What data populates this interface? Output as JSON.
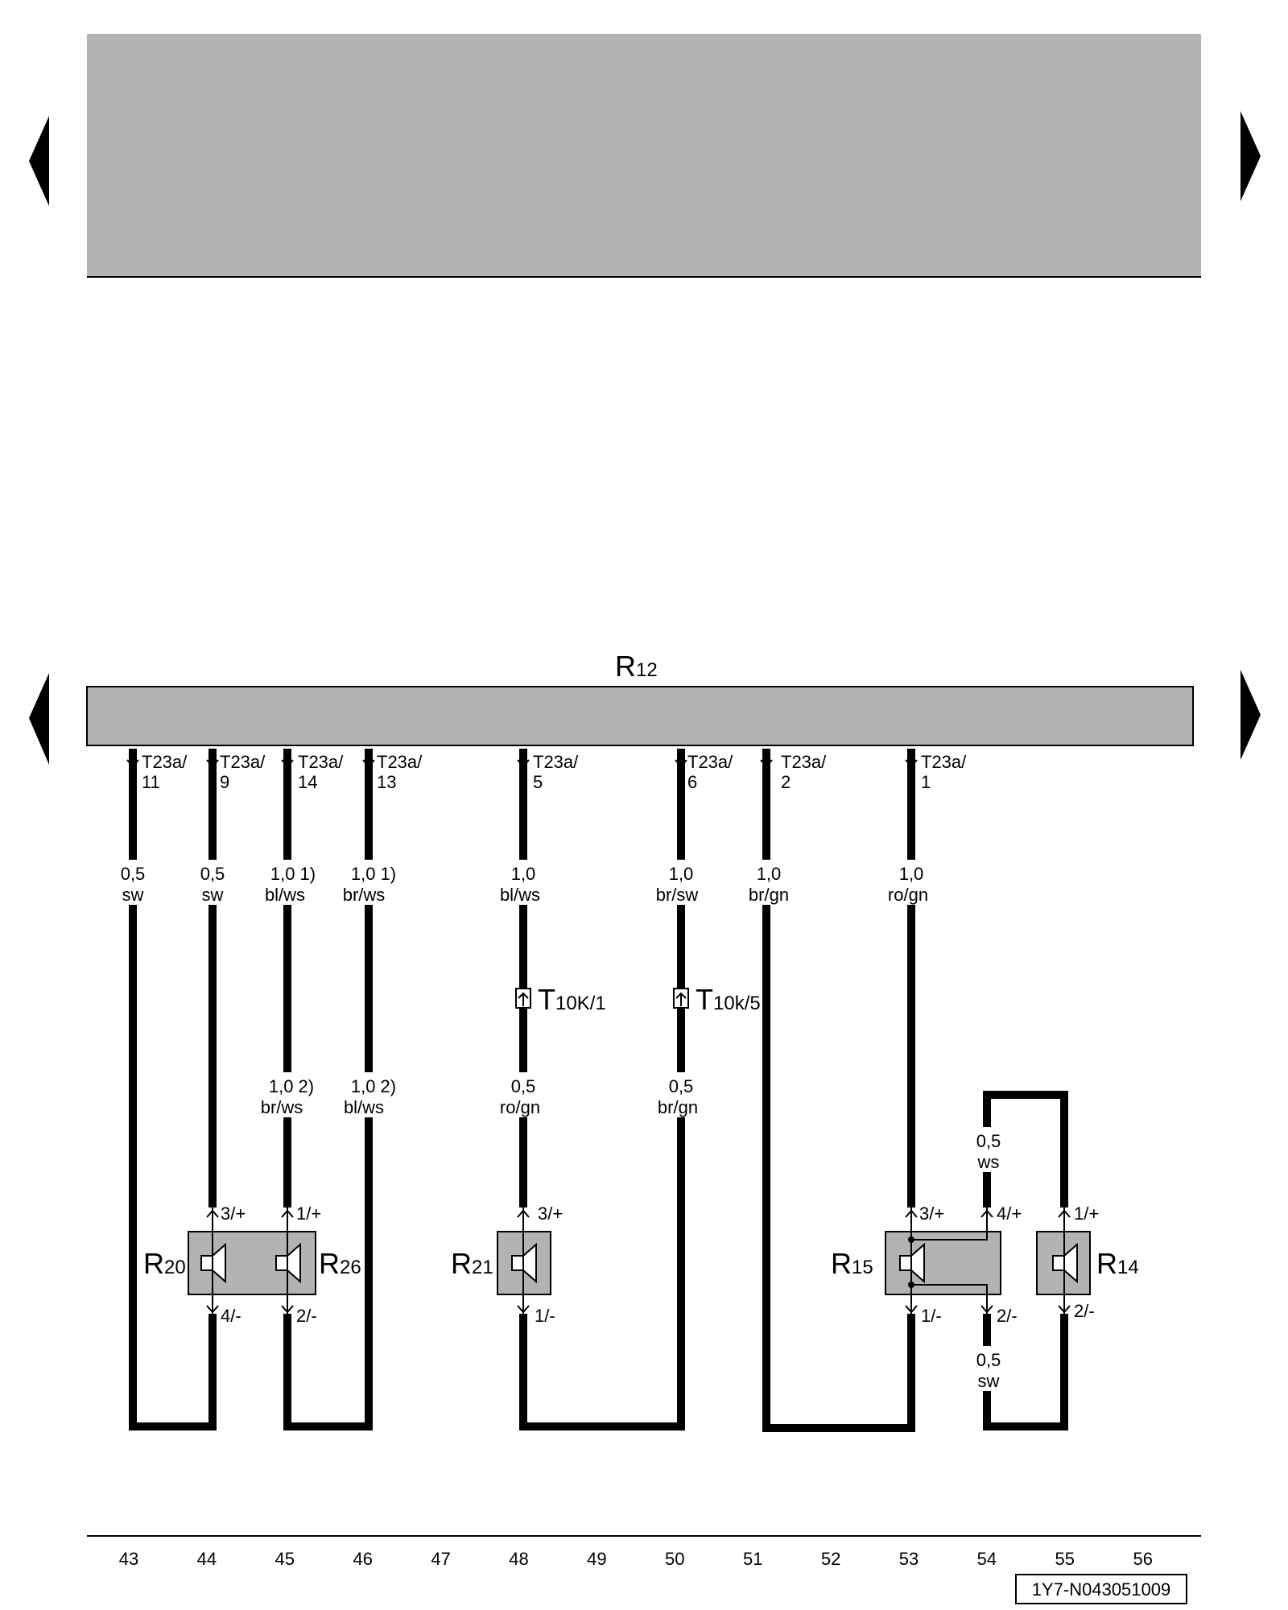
{
  "top_component": {
    "name": ""
  },
  "main_component": {
    "letter": "R",
    "index": "12"
  },
  "connectors": [
    {
      "id": "t23a-11",
      "line1": "T23a/",
      "line2": "11"
    },
    {
      "id": "t23a-9",
      "line1": "T23a/",
      "line2": "9"
    },
    {
      "id": "t23a-14",
      "line1": "T23a/",
      "line2": "14"
    },
    {
      "id": "t23a-13",
      "line1": "T23a/",
      "line2": "13"
    },
    {
      "id": "t23a-5",
      "line1": "T23a/",
      "line2": "5"
    },
    {
      "id": "t23a-6",
      "line1": "T23a/",
      "line2": "6"
    },
    {
      "id": "t23a-2",
      "line1": "T23a/",
      "line2": "2"
    },
    {
      "id": "t23a-1",
      "line1": "T23a/",
      "line2": "1"
    }
  ],
  "wires": [
    {
      "id": "w43",
      "size": "0,5",
      "color": "sw"
    },
    {
      "id": "w44",
      "size": "0,5",
      "color": "sw"
    },
    {
      "id": "w45a",
      "size": "1,0 1)",
      "color": "bl/ws"
    },
    {
      "id": "w46a",
      "size": "1,0 1)",
      "color": "br/ws"
    },
    {
      "id": "w48a",
      "size": "1,0",
      "color": "bl/ws"
    },
    {
      "id": "w50a",
      "size": "1,0",
      "color": "br/sw"
    },
    {
      "id": "w51",
      "size": "1,0",
      "color": "br/gn"
    },
    {
      "id": "w53",
      "size": "1,0",
      "color": "ro/gn"
    },
    {
      "id": "w45b",
      "size": "1,0 2)",
      "color": "br/ws"
    },
    {
      "id": "w46b",
      "size": "1,0 2)",
      "color": "bl/ws"
    },
    {
      "id": "w48b",
      "size": "0,5",
      "color": "ro/gn"
    },
    {
      "id": "w50b",
      "size": "0,5",
      "color": "br/gn"
    },
    {
      "id": "w54t",
      "size": "0,5",
      "color": "ws"
    },
    {
      "id": "w54b",
      "size": "0,5",
      "color": "sw"
    }
  ],
  "inline_connectors": [
    {
      "id": "t10k-1",
      "letter": "T",
      "sub": "10K/1"
    },
    {
      "id": "t10k-5",
      "letter": "T",
      "sub": "10k/5"
    }
  ],
  "speakers": [
    {
      "id": "r20",
      "letter": "R",
      "sub": "20"
    },
    {
      "id": "r26",
      "letter": "R",
      "sub": "26"
    },
    {
      "id": "r21",
      "letter": "R",
      "sub": "21"
    },
    {
      "id": "r15",
      "letter": "R",
      "sub": "15"
    },
    {
      "id": "r14",
      "letter": "R",
      "sub": "14"
    }
  ],
  "pins": [
    {
      "id": "r20-p3",
      "text": "3/+"
    },
    {
      "id": "r20-p4",
      "text": "4/-"
    },
    {
      "id": "r26-p1",
      "text": "1/+"
    },
    {
      "id": "r26-p2",
      "text": "2/-"
    },
    {
      "id": "r21-p3",
      "text": "3/+"
    },
    {
      "id": "r21-p1",
      "text": "1/-"
    },
    {
      "id": "r15-p3",
      "text": "3/+"
    },
    {
      "id": "r15-p4",
      "text": "4/+"
    },
    {
      "id": "r15-p1",
      "text": "1/-"
    },
    {
      "id": "r15-p2",
      "text": "2/-"
    },
    {
      "id": "r14-p1",
      "text": "1/+"
    },
    {
      "id": "r14-p2",
      "text": "2/-"
    }
  ],
  "columns": [
    "43",
    "44",
    "45",
    "46",
    "47",
    "48",
    "49",
    "50",
    "51",
    "52",
    "53",
    "54",
    "55",
    "56"
  ],
  "doc_id": "1Y7-N043051009",
  "colors": {
    "component_fill": "#b3b3b3",
    "line": "#000000",
    "background": "#ffffff"
  }
}
